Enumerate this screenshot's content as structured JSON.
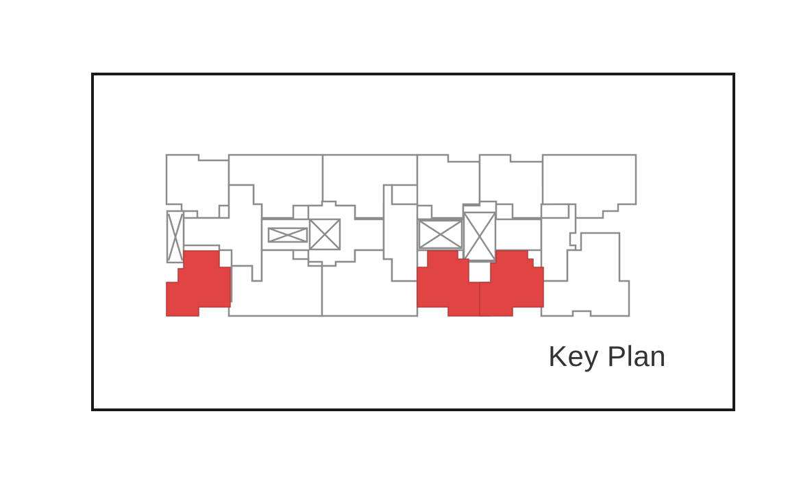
{
  "caption": "Key Plan",
  "colors": {
    "frame": "#1a1a1a",
    "outline": "#8c8c8c",
    "highlight": "#e24444",
    "caption_text": "#333333"
  },
  "highlighted_units": [
    "unit-left-lower",
    "unit-center-right-lower",
    "unit-right-lower"
  ]
}
